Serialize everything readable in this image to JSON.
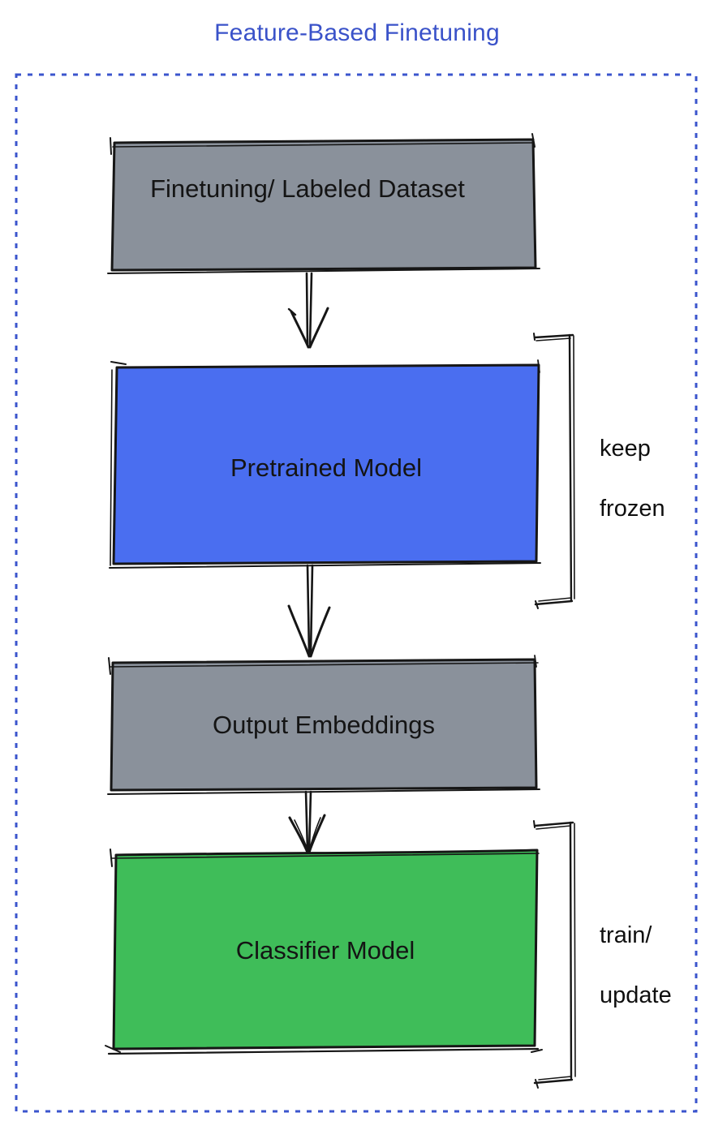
{
  "title": {
    "text": "Feature-Based Finetuning",
    "color": "#3a52c9"
  },
  "container": {
    "border_color": "#3b55cd"
  },
  "style": {
    "ink_color": "#161616",
    "label_color": "#141414"
  },
  "boxes": [
    {
      "name": "finetuning-labeled-dataset",
      "label": "Finetuning/ Labeled Dataset",
      "fill": "#8a919b"
    },
    {
      "name": "pretrained-model",
      "label": "Pretrained Model",
      "fill": "#4a6ef0"
    },
    {
      "name": "output-embeddings",
      "label": "Output Embeddings",
      "fill": "#8a919b"
    },
    {
      "name": "classifier-model",
      "label": "Classifier Model",
      "fill": "#3fbd59"
    }
  ],
  "annotations": [
    {
      "name": "keep-frozen",
      "line1": "keep",
      "line2": "frozen"
    },
    {
      "name": "train-update",
      "line1": "train/",
      "line2": "update"
    }
  ]
}
